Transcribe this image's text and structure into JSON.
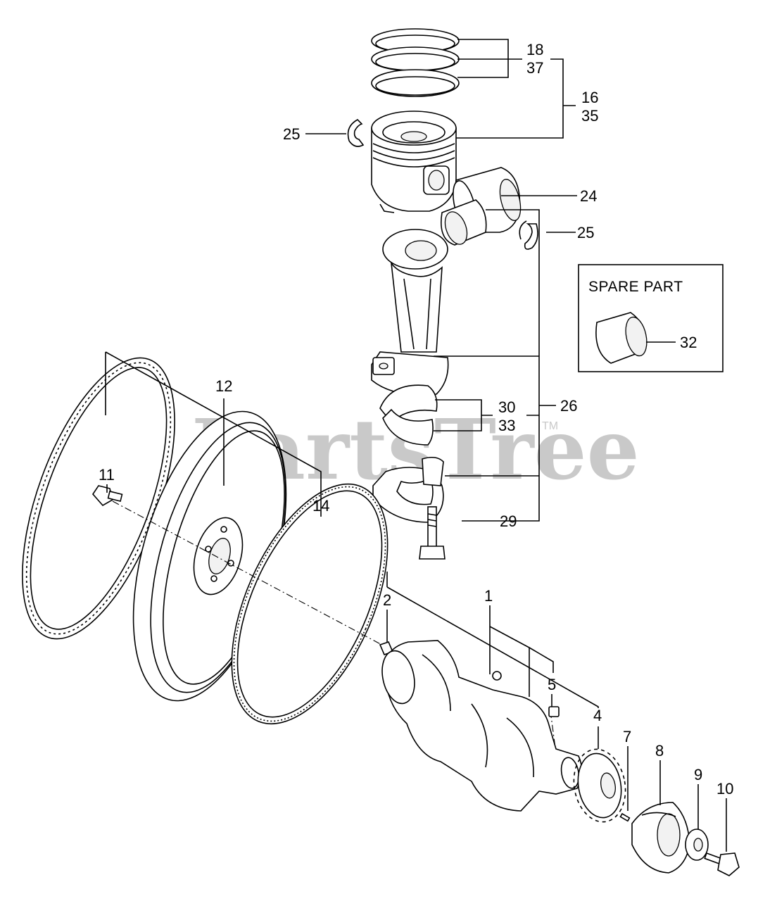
{
  "watermark": {
    "text": "PartsTree",
    "trademark": "TM"
  },
  "spare_box": {
    "title": "SPARE PART"
  },
  "callouts": {
    "c18": "18",
    "c37": "37",
    "c16": "16",
    "c35": "35",
    "c25a": "25",
    "c24": "24",
    "c25b": "25",
    "c32": "32",
    "c30": "30",
    "c33": "33",
    "c26": "26",
    "c29": "29",
    "c12": "12",
    "c11": "11",
    "c14": "14",
    "c2": "2",
    "c1": "1",
    "c5": "5",
    "c4": "4",
    "c7": "7",
    "c8": "8",
    "c9": "9",
    "c10": "10"
  },
  "colors": {
    "line": "#000000",
    "watermark": "#c9c9c9",
    "background": "#ffffff"
  }
}
